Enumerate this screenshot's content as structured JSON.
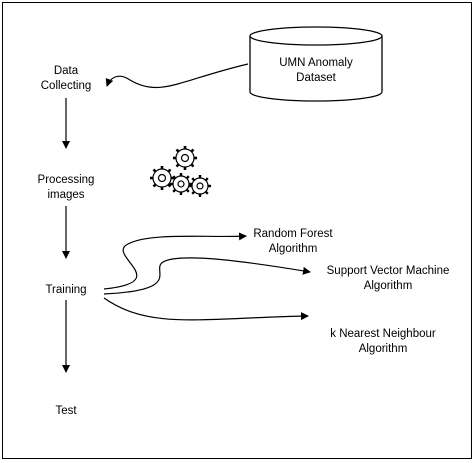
{
  "nodes": {
    "dataset": "UMN Anomaly\nDataset",
    "data_collecting": "Data\nCollecting",
    "processing_images": "Processing\nimages",
    "training": "Training",
    "test": "Test",
    "random_forest": "Random Forest\nAlgorithm",
    "svm": "Support Vector Machine\nAlgorithm",
    "knn": "k Nearest Neighbour\nAlgorithm"
  },
  "icons": {
    "processing": "gears-icon"
  },
  "colors": {
    "stroke": "#000000",
    "background": "#ffffff"
  }
}
